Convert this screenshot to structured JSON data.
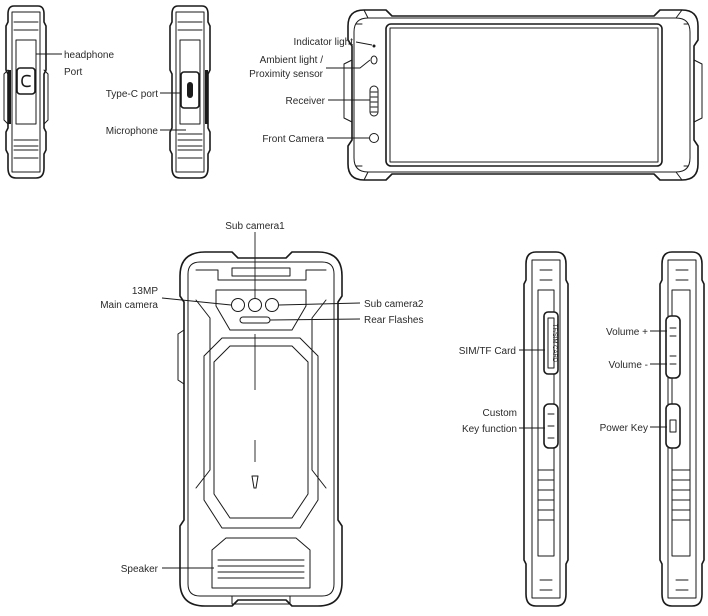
{
  "labels": {
    "headphone_line1": "headphone",
    "headphone_line2": "Port",
    "type_c": "Type-C port",
    "microphone": "Microphone",
    "indicator_light": "Indicator light",
    "ambient_line1": "Ambient light /",
    "ambient_line2": "Proximity sensor",
    "receiver": "Receiver",
    "front_camera": "Front Camera",
    "sub_camera1": "Sub camera1",
    "main_camera_line1": "13MP",
    "main_camera_line2": "Main camera",
    "sub_camera2": "Sub camera2",
    "rear_flashes": "Rear Flashes",
    "speaker": "Speaker",
    "sim_card": "SIM/TF Card",
    "custom_key_line1": "Custom",
    "custom_key_line2": "Key function",
    "volume_up": "Volume +",
    "volume_down": "Volume -",
    "power_key": "Power Key",
    "sim_tray_text": "TF/SIM CARD"
  },
  "icons": {
    "headphone_port": "headphone-jack-icon",
    "usb_port": "usb-c-icon"
  },
  "colors": {
    "line": "#1a1a1a",
    "text": "#2a2a2a",
    "background": "#ffffff"
  }
}
